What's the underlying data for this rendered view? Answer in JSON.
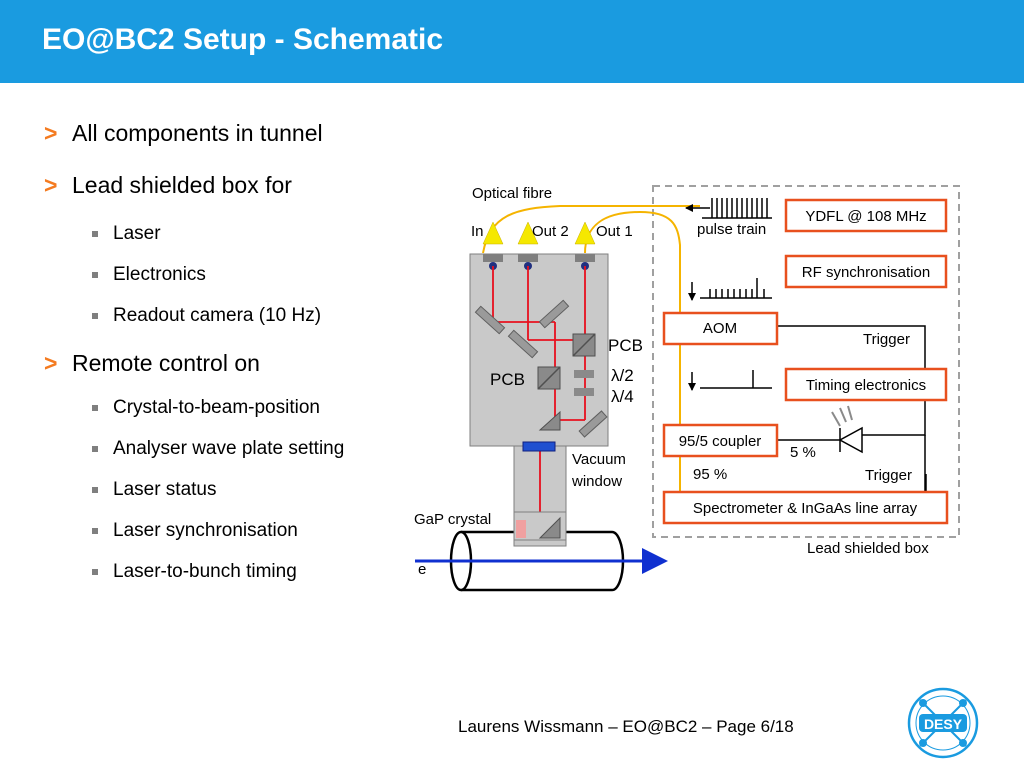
{
  "title": "EO@BC2 Setup - Schematic",
  "bullets": {
    "marker": ">",
    "b1": "All components in tunnel",
    "b2": "Lead shielded box for",
    "b2_sub": [
      "Laser",
      "Electronics",
      "Readout camera (10 Hz)"
    ],
    "b3": "Remote control on",
    "b3_sub": [
      "Crystal-to-beam-position",
      "Analyser wave plate setting",
      "Laser status",
      "Laser synchronisation",
      "Laser-to-bunch timing"
    ]
  },
  "diagram": {
    "optical_fibre": "Optical fibre",
    "in": "In",
    "out2": "Out 2",
    "out1": "Out 1",
    "pcb_right": "PCB",
    "pcb_left": "PCB",
    "lambda2": "λ/2",
    "lambda4": "λ/4",
    "vacuum": "Vacuum",
    "window": "window",
    "gap_crystal": "GaP crystal",
    "e": "e",
    "ydfl": "YDFL @ 108 MHz",
    "pulse_train": "pulse train",
    "rf_sync": "RF synchronisation",
    "aom": "AOM",
    "trigger_top": "Trigger",
    "timing_electronics": "Timing electronics",
    "coupler": "95/5 coupler",
    "pct5": "5 %",
    "pct95": "95 %",
    "trigger_bottom": "Trigger",
    "spectrometer": "Spectrometer & InGaAs line array",
    "lead_box": "Lead shielded box"
  },
  "colors": {
    "title_bar": "#1a9be0",
    "accent": "#f47b20",
    "box_border": "#e8501e",
    "fibre": "#f5b400",
    "laser_path": "#e8101e",
    "electron_beam": "#1030d0"
  },
  "footer": "Laurens Wissmann – EO@BC2 – Page 6/18",
  "logo": "DESY"
}
